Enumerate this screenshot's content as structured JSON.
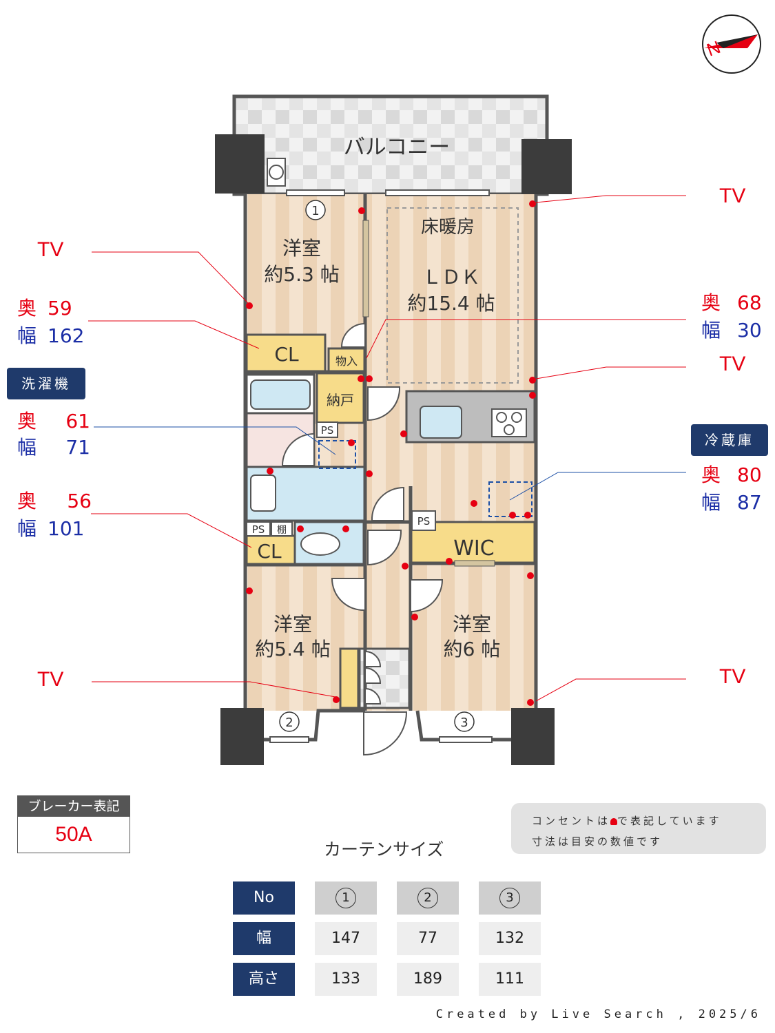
{
  "rooms": {
    "balcony": "バルコニー",
    "western1_name": "洋室",
    "western1_size": "約5.3 帖",
    "ldk_heat": "床暖房",
    "ldk_name": "ＬＤＫ",
    "ldk_size": "約15.4 帖",
    "western2_name": "洋室",
    "western2_size": "約5.4 帖",
    "western3_name": "洋室",
    "western3_size": "約6 帖",
    "cl1": "CL",
    "cl2": "CL",
    "storage": "物入",
    "closet": "納戸",
    "ps1": "PS",
    "ps2": "PS",
    "ps3": "PS",
    "shelf": "棚",
    "wic": "WIC",
    "window1": "1",
    "window2": "2",
    "window3": "3"
  },
  "annotations": {
    "tv": "TV",
    "depth_label": "奥",
    "width_label": "幅",
    "cl_top": {
      "depth": "59",
      "width": "162"
    },
    "washer": {
      "title": "洗濯機",
      "depth": "61",
      "width": "71"
    },
    "cl_mid": {
      "depth": "56",
      "width": "101"
    },
    "storage_right": {
      "depth": "68",
      "width": "30"
    },
    "fridge": {
      "title": "冷蔵庫",
      "depth": "80",
      "width": "87"
    }
  },
  "breaker": {
    "title": "ブレーカー表記",
    "value": "50A"
  },
  "note": {
    "line1a": "コンセントは",
    "line1b": "で表記しています",
    "line2": "寸法は目安の数値です"
  },
  "curtain": {
    "title": "カーテンサイズ",
    "rows": [
      {
        "label": "No",
        "values": [
          "1",
          "2",
          "3"
        ]
      },
      {
        "label": "幅",
        "values": [
          "147",
          "77",
          "132"
        ]
      },
      {
        "label": "高さ",
        "values": [
          "133",
          "189",
          "111"
        ]
      }
    ]
  },
  "credit": "Created by Live Search , 2025/6",
  "colors": {
    "outlet": "#e60012",
    "navy": "#1f3a6b",
    "wood": "#f1ddc6",
    "yellow": "#f7dc8a",
    "wet": "#cfe8f3",
    "pillar": "#3c3c3c"
  }
}
